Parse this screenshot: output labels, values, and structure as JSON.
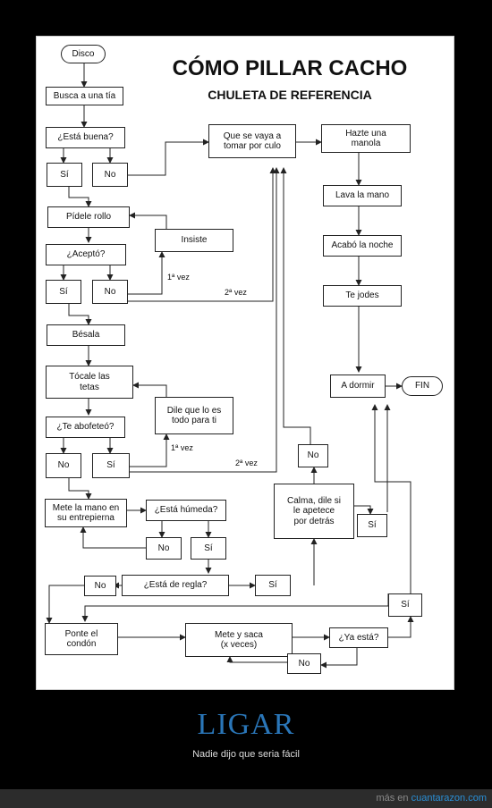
{
  "title": "CÓMO PILLAR CACHO",
  "subtitle": "CHULETA DE REFERENCIA",
  "nodes": {
    "disco": "Disco",
    "busca": "Busca a una tía",
    "buena": "¿Está buena?",
    "si1": "Sí",
    "no1": "No",
    "rollo": "Pídele rollo",
    "insiste": "Insiste",
    "acepto": "¿Aceptó?",
    "si2": "Sí",
    "no2": "No",
    "besala": "Bésala",
    "tetas": "Tócale las\ntetas",
    "dile": "Dile que lo es\ntodo para ti",
    "abofeteo": "¿Te abofeteó?",
    "no3": "No",
    "si3": "Sí",
    "entrepierna": "Mete la mano en\nsu entrepierna",
    "humeda": "¿Está húmeda?",
    "no4": "No",
    "si4": "Sí",
    "no5": "No",
    "regla": "¿Está de regla?",
    "si5": "Sí",
    "condon": "Ponte el\ncondón",
    "metesaca": "Mete y saca\n(x veces)",
    "yaesta": "¿Ya está?",
    "no6": "No",
    "si6": "Sí",
    "tomar": "Que se vaya a\ntomar por culo",
    "manola": "Hazte una\nmanola",
    "lava": "Lava la mano",
    "acabo": "Acabó la noche",
    "jodes": "Te jodes",
    "dormir": "A dormir",
    "fin": "FIN",
    "calma": "Calma, dile si\nle apetece\npor detrás",
    "no7": "No",
    "si7": "Sí"
  },
  "edge_labels": {
    "vez1a": "1ª vez",
    "vez2a": "2ª vez",
    "vez1b": "1ª vez",
    "vez2b": "2ª vez"
  },
  "caption": {
    "title": "LIGAR",
    "subtitle": "Nadie dijo que seria fácil"
  },
  "footer": {
    "prefix": "más en",
    "site": "cuantarazon.com"
  }
}
